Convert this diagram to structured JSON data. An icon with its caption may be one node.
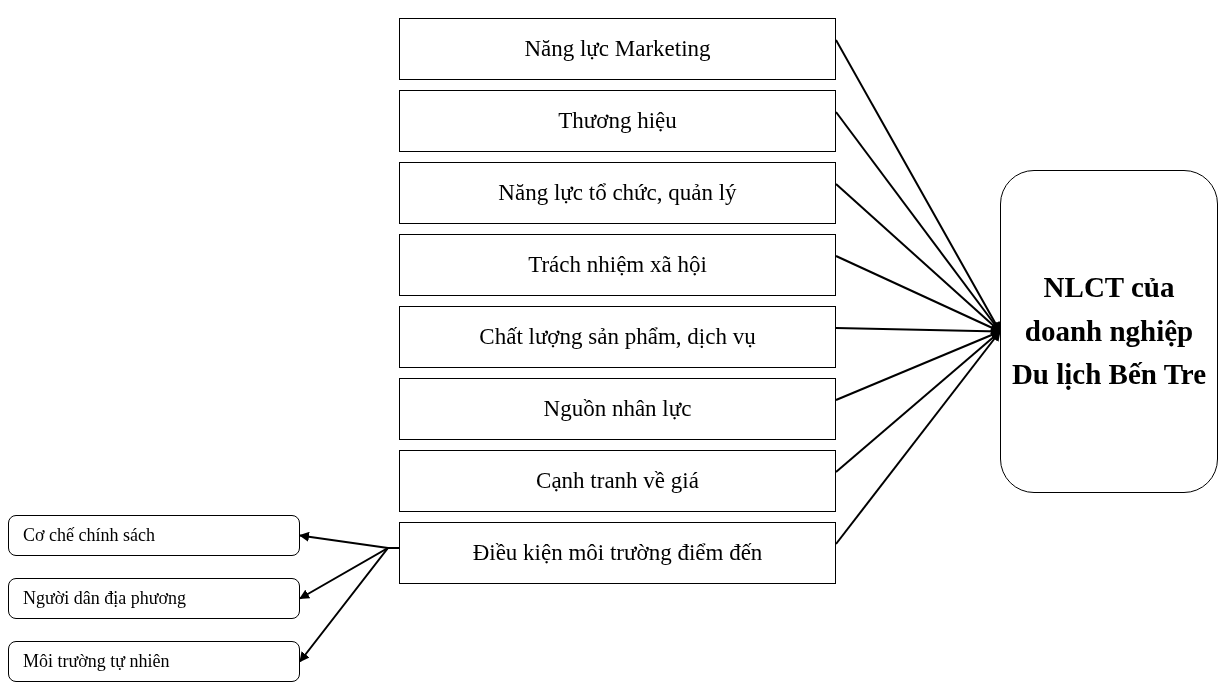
{
  "diagram": {
    "nodes": [
      {
        "text": [
          "Năng lực Marketing"
        ]
      },
      {
        "text": [
          "Thương hiệu"
        ]
      },
      {
        "text": [
          "Năng lực tổ chức, quản lý"
        ]
      },
      {
        "text": [
          "Trách nhiệm xã hội"
        ]
      },
      {
        "text": [
          "Chất lượng sản phẩm, dịch vụ"
        ]
      },
      {
        "text": [
          "Nguồn nhân lực"
        ]
      },
      {
        "text": [
          "Cạnh tranh về giá"
        ]
      },
      {
        "text": [
          "Điều kiện môi trường điểm đến"
        ]
      },
      {
        "text": [
          "NLCT của doanh nghiệp Du lịch Bến Tre"
        ]
      },
      {
        "text": [
          "Cơ chế chính sách"
        ]
      },
      {
        "text": [
          "Người dân địa phương"
        ]
      },
      {
        "text": [
          "Môi trường tự nhiên"
        ]
      }
    ],
    "edges": [
      {
        "from": 0,
        "to": 8,
        "arrow": "to"
      },
      {
        "from": 1,
        "to": 8,
        "arrow": "to"
      },
      {
        "from": 2,
        "to": 8,
        "arrow": "to"
      },
      {
        "from": 3,
        "to": 8,
        "arrow": "to"
      },
      {
        "from": 4,
        "to": 8,
        "arrow": "to"
      },
      {
        "from": 5,
        "to": 8,
        "arrow": "to"
      },
      {
        "from": 6,
        "to": 8,
        "arrow": "to"
      },
      {
        "from": 7,
        "to": 8,
        "arrow": "to"
      },
      {
        "from": 7,
        "to": 9,
        "arrow": "to"
      },
      {
        "from": 7,
        "to": 10,
        "arrow": "to"
      },
      {
        "from": 7,
        "to": 11,
        "arrow": "to"
      }
    ]
  }
}
